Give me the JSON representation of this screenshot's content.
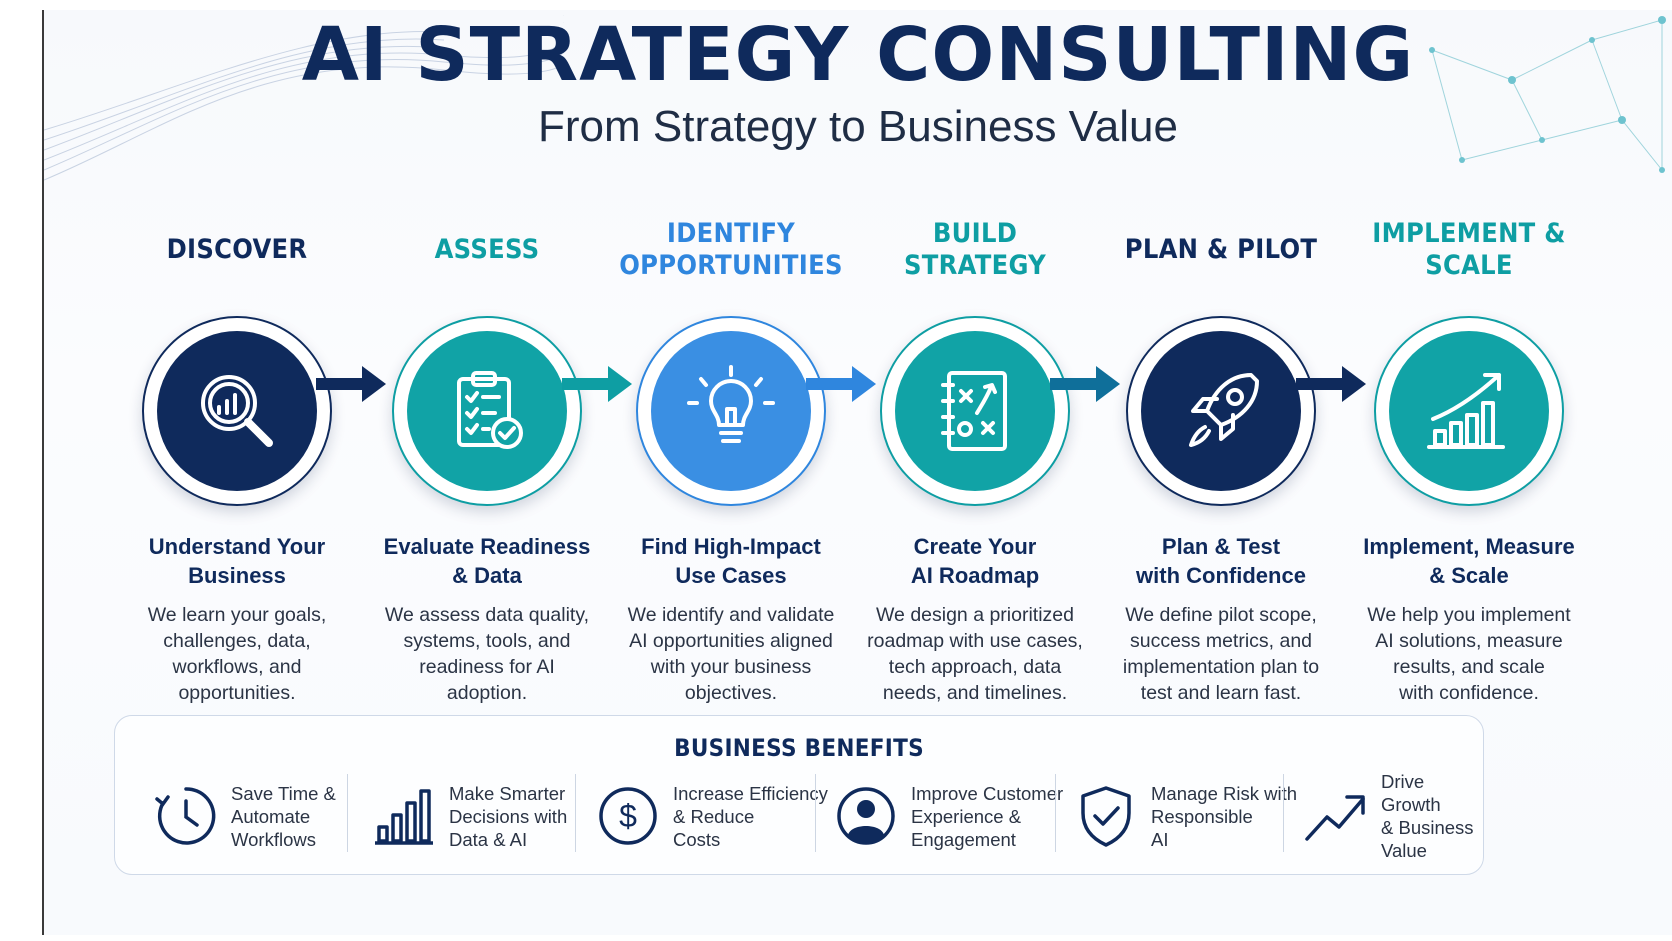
{
  "title": "AI STRATEGY CONSULTING",
  "subtitle": "From Strategy to Business Value",
  "colors": {
    "navy": "#0f2a5c",
    "teal": "#0e9ea3",
    "blue": "#2f86de"
  },
  "steps": [
    {
      "label": "DISCOVER",
      "heading": "Understand Your\nBusiness",
      "description": "We learn your goals,\nchallenges, data,\nworkflows, and\nopportunities.",
      "icon": "magnifier-chart-icon",
      "color": "#0f2a5c"
    },
    {
      "label": "ASSESS",
      "heading": "Evaluate Readiness\n& Data",
      "description": "We assess data quality,\nsystems, tools, and\nreadiness for AI\nadoption.",
      "icon": "clipboard-check-icon",
      "color": "#0e9ea3"
    },
    {
      "label": "IDENTIFY\nOPPORTUNITIES",
      "heading": "Find High-Impact\nUse Cases",
      "description": "We identify and validate\nAI opportunities aligned\nwith your business\nobjectives.",
      "icon": "lightbulb-icon",
      "color": "#2f86de"
    },
    {
      "label": "BUILD\nSTRATEGY",
      "heading": "Create Your\nAI Roadmap",
      "description": "We design a prioritized\nroadmap with use cases,\ntech approach, data\nneeds, and timelines.",
      "icon": "strategy-board-icon",
      "color": "#0e9ea3"
    },
    {
      "label": "PLAN & PILOT",
      "heading": "Plan & Test\nwith Confidence",
      "description": "We define pilot scope,\nsuccess metrics, and\nimplementation plan to\ntest and learn fast.",
      "icon": "rocket-icon",
      "color": "#0f2a5c"
    },
    {
      "label": "IMPLEMENT &\nSCALE",
      "heading": "Implement, Measure\n& Scale",
      "description": "We help you implement\nAI solutions, measure\nresults, and scale\nwith confidence.",
      "icon": "growth-chart-icon",
      "color": "#0e9ea3"
    }
  ],
  "benefits": {
    "title": "BUSINESS BENEFITS",
    "items": [
      {
        "text": "Save Time &\nAutomate\nWorkflows",
        "icon": "clock-icon"
      },
      {
        "text": "Make Smarter\nDecisions with\nData & AI",
        "icon": "bar-chart-icon"
      },
      {
        "text": "Increase Efficiency\n& Reduce\nCosts",
        "icon": "dollar-icon"
      },
      {
        "text": "Improve Customer\nExperience &\nEngagement",
        "icon": "user-icon"
      },
      {
        "text": "Manage Risk with\nResponsible\nAI",
        "icon": "shield-check-icon"
      },
      {
        "text": "Drive Growth\n& Business\nValue",
        "icon": "trend-arrow-icon"
      }
    ]
  }
}
